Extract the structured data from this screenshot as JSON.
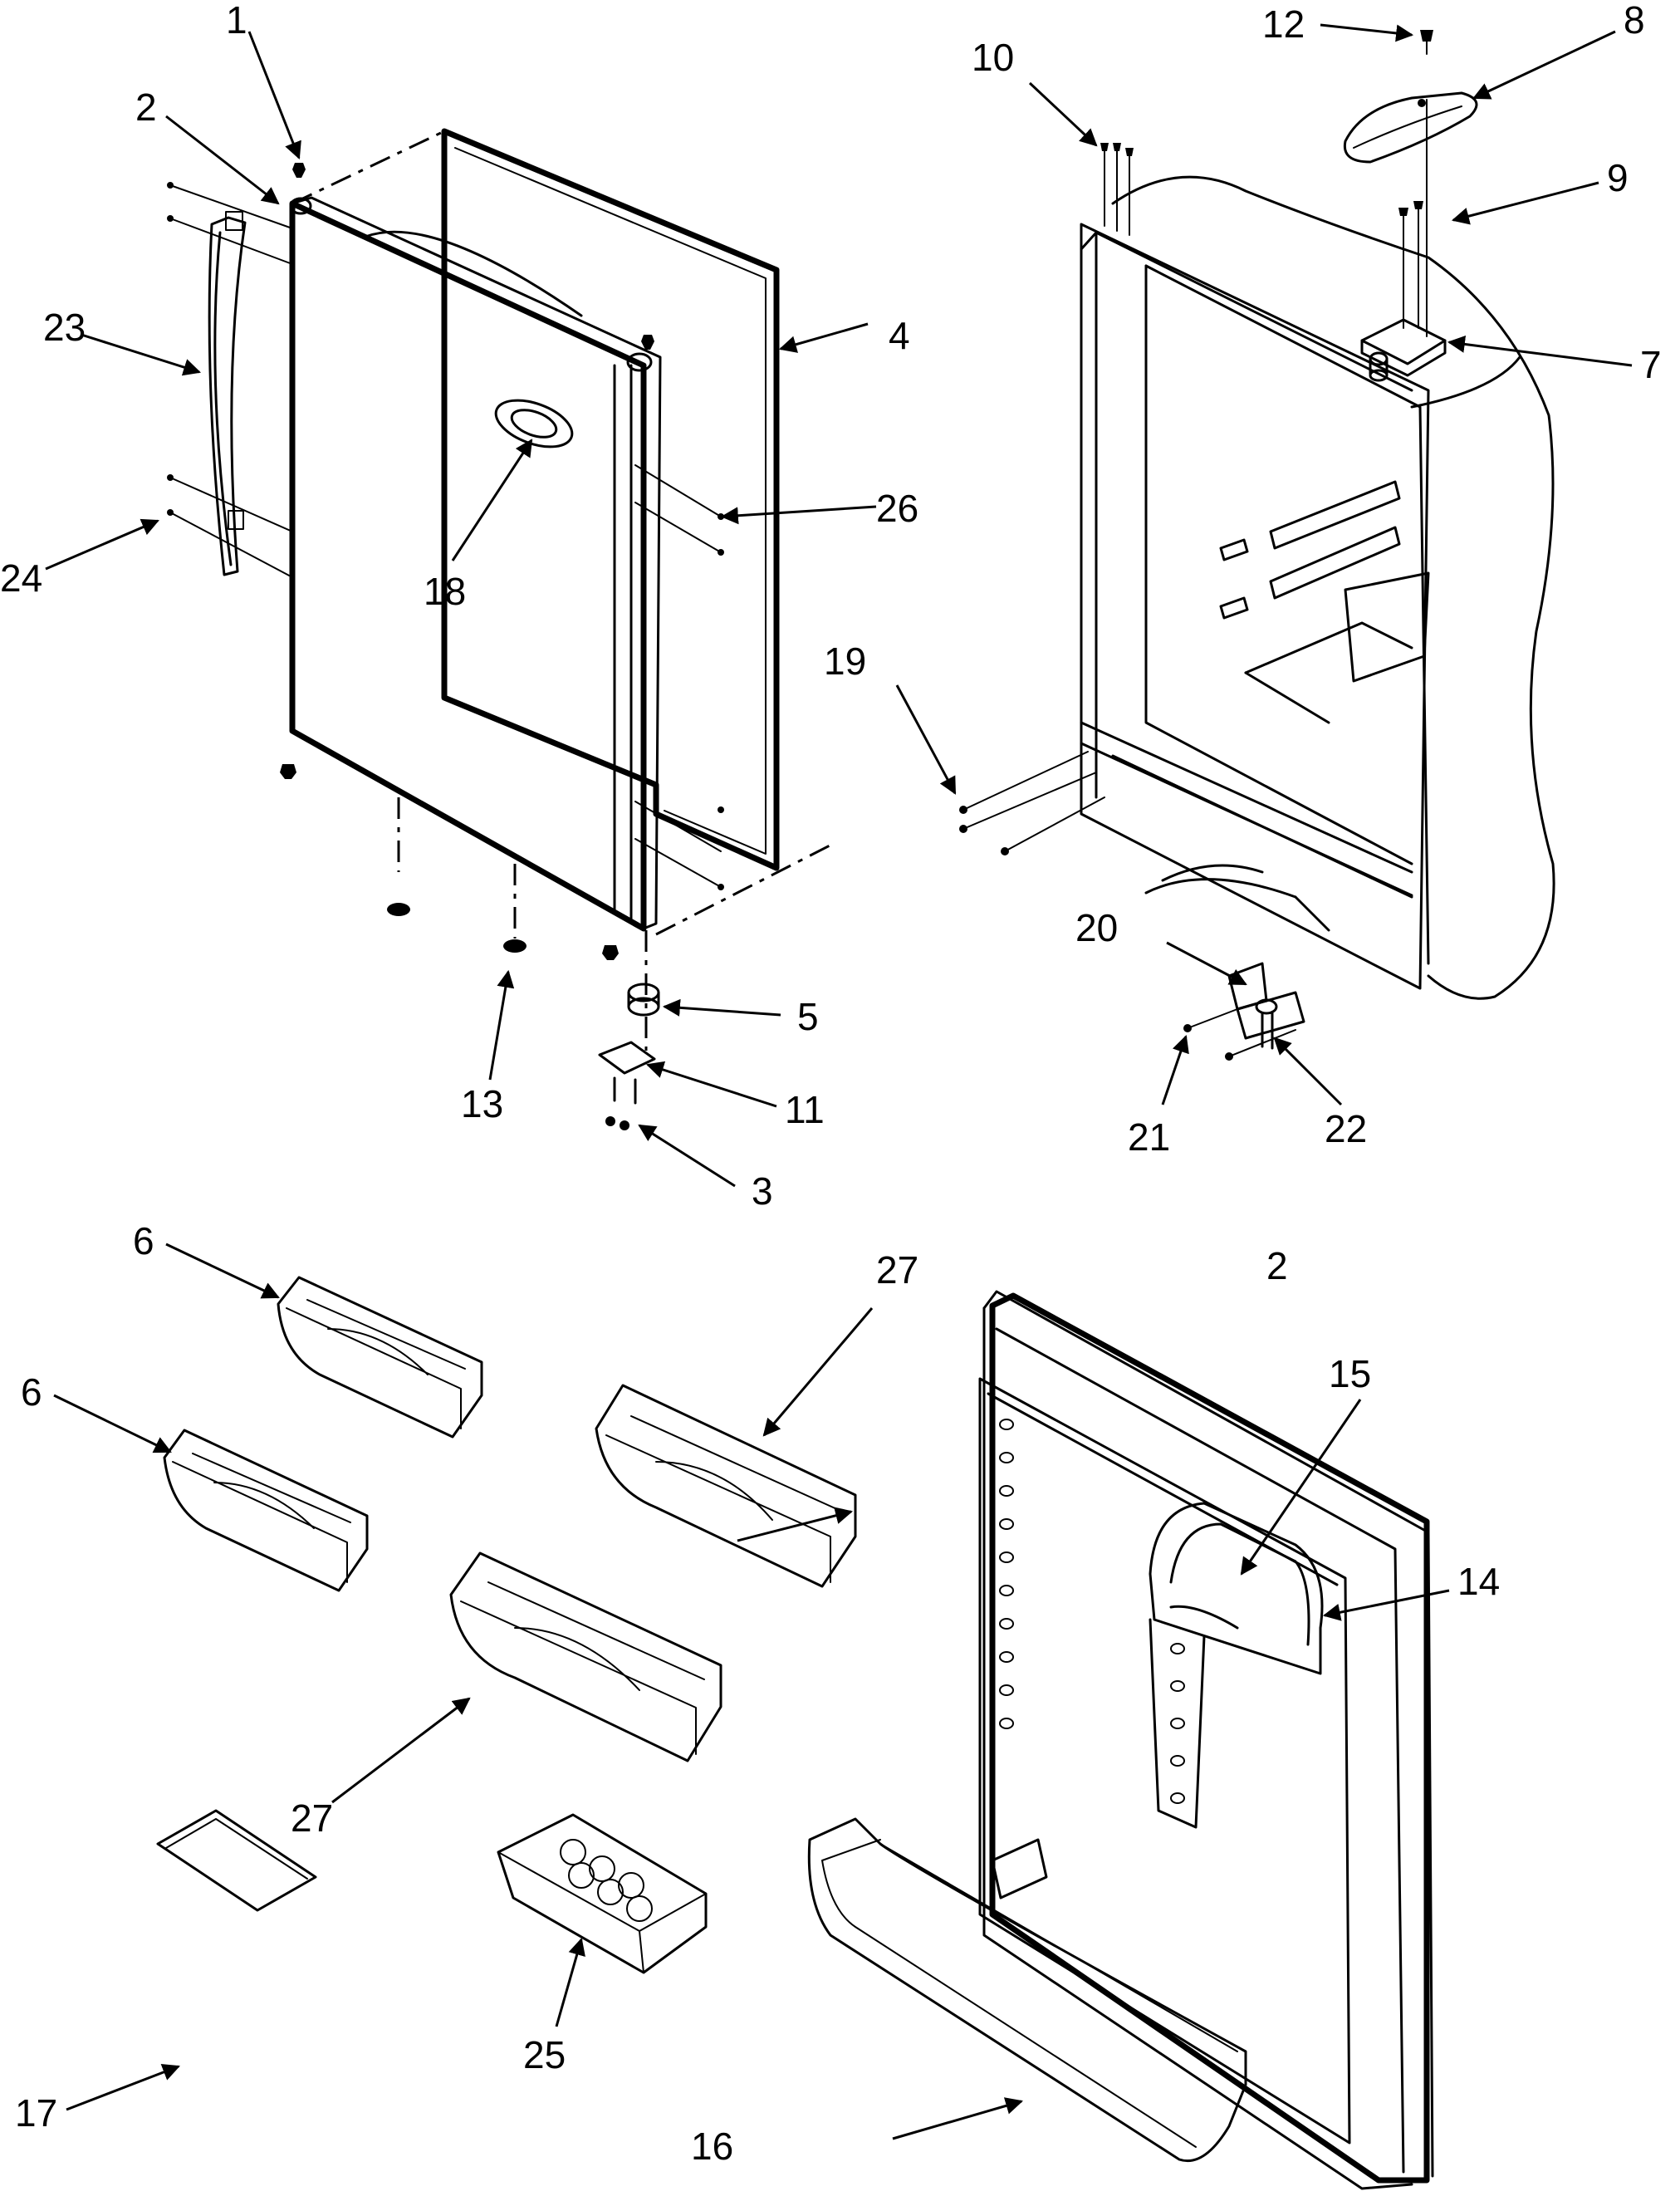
{
  "callouts": [
    {
      "id": "c1",
      "label": "1"
    },
    {
      "id": "c2a",
      "label": "2"
    },
    {
      "id": "c2b",
      "label": "2"
    },
    {
      "id": "c3",
      "label": "3"
    },
    {
      "id": "c4",
      "label": "4"
    },
    {
      "id": "c5",
      "label": "5"
    },
    {
      "id": "c6a",
      "label": "6"
    },
    {
      "id": "c6b",
      "label": "6"
    },
    {
      "id": "c7",
      "label": "7"
    },
    {
      "id": "c8",
      "label": "8"
    },
    {
      "id": "c9",
      "label": "9"
    },
    {
      "id": "c10",
      "label": "10"
    },
    {
      "id": "c11",
      "label": "11"
    },
    {
      "id": "c12",
      "label": "12"
    },
    {
      "id": "c13",
      "label": "13"
    },
    {
      "id": "c14",
      "label": "14"
    },
    {
      "id": "c15",
      "label": "15"
    },
    {
      "id": "c16",
      "label": "16"
    },
    {
      "id": "c17",
      "label": "17"
    },
    {
      "id": "c18",
      "label": "18"
    },
    {
      "id": "c19",
      "label": "19"
    },
    {
      "id": "c20",
      "label": "20"
    },
    {
      "id": "c21",
      "label": "21"
    },
    {
      "id": "c22",
      "label": "22"
    },
    {
      "id": "c23",
      "label": "23"
    },
    {
      "id": "c24",
      "label": "24"
    },
    {
      "id": "c25",
      "label": "25"
    },
    {
      "id": "c26",
      "label": "26"
    },
    {
      "id": "c27a",
      "label": "27"
    },
    {
      "id": "c27b",
      "label": "27"
    }
  ]
}
